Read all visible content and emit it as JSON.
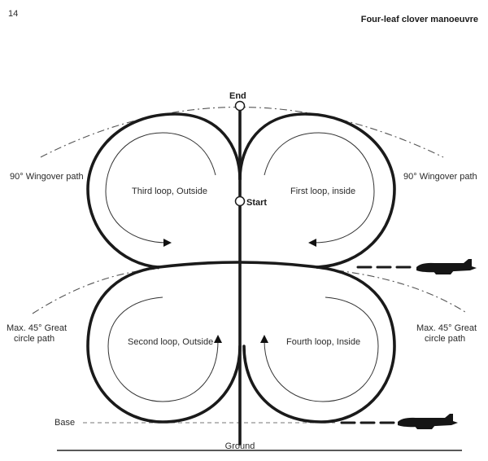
{
  "figure": {
    "page_number": "14",
    "title": "Four-leaf clover manoeuvre"
  },
  "labels": {
    "end": "End",
    "start": "Start",
    "first_loop": "First loop, inside",
    "second_loop": "Second loop, Outside",
    "third_loop": "Third loop, Outside",
    "fourth_loop": "Fourth loop, Inside",
    "wingover_left": "90° Wingover path",
    "wingover_right": "90° Wingover path",
    "great_circle_left_1": "Max. 45° Great",
    "great_circle_left_2": "circle path",
    "great_circle_right_1": "Max. 45° Great",
    "great_circle_right_2": "circle path",
    "base": "Base",
    "ground": "Ground"
  },
  "icons": {
    "aircraft_upper": "aircraft-icon",
    "aircraft_lower": "aircraft-icon",
    "flow_arrows": "arrow-icon"
  },
  "colors": {
    "path": "#1a1a1a",
    "guide": "#555555"
  }
}
